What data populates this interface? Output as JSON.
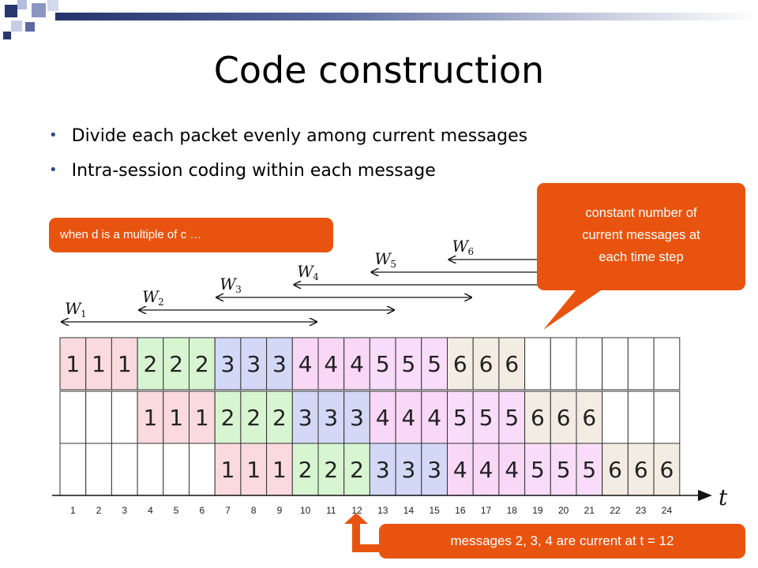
{
  "slide": {
    "title": "Code construction",
    "bullets": [
      "Divide each packet evenly among current messages",
      "Intra-session coding within each message"
    ]
  },
  "callouts": {
    "multiple": "when d is a multiple of c …",
    "constant": [
      "constant number of",
      "current messages at",
      "each time step"
    ],
    "current": "messages 2, 3, 4 are current at t = 12"
  },
  "diagram": {
    "axis_label": "t",
    "ticks": [
      "1",
      "2",
      "3",
      "4",
      "5",
      "6",
      "7",
      "8",
      "9",
      "10",
      "11",
      "12",
      "13",
      "14",
      "15",
      "16",
      "17",
      "18",
      "19",
      "20",
      "21",
      "22",
      "23",
      "24"
    ],
    "windows": [
      {
        "label": "W",
        "sub": "1",
        "start": 1,
        "end": 10
      },
      {
        "label": "W",
        "sub": "2",
        "start": 4,
        "end": 13
      },
      {
        "label": "W",
        "sub": "3",
        "start": 7,
        "end": 16
      },
      {
        "label": "W",
        "sub": "4",
        "start": 10,
        "end": 19
      },
      {
        "label": "W",
        "sub": "5",
        "start": 13,
        "end": 22
      },
      {
        "label": "W",
        "sub": "6",
        "start": 16,
        "end": 24
      }
    ],
    "rows": [
      {
        "offset": 0,
        "symbols": [
          "1",
          "1",
          "1",
          "2",
          "2",
          "2",
          "3",
          "3",
          "3",
          "4",
          "4",
          "4",
          "5",
          "5",
          "5",
          "6",
          "6",
          "6"
        ]
      },
      {
        "offset": 3,
        "symbols": [
          "1",
          "1",
          "1",
          "2",
          "2",
          "2",
          "3",
          "3",
          "3",
          "4",
          "4",
          "4",
          "5",
          "5",
          "5",
          "6",
          "6",
          "6"
        ]
      },
      {
        "offset": 6,
        "symbols": [
          "1",
          "1",
          "1",
          "2",
          "2",
          "2",
          "3",
          "3",
          "3",
          "4",
          "4",
          "4",
          "5",
          "5",
          "5",
          "6",
          "6",
          "6"
        ]
      }
    ],
    "message_colors": {
      "1": "#fadadf",
      "2": "#d8f5d2",
      "3": "#d3d8f7",
      "4": "#f9d7f6",
      "5": "#f9dcf9",
      "6": "#f2ece3"
    }
  }
}
